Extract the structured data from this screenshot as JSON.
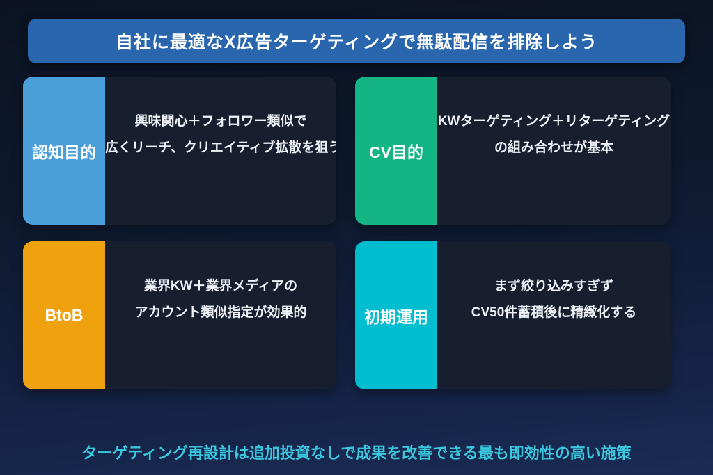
{
  "page": {
    "background_top": "#0b1322",
    "background_bottom": "#1a2c55",
    "card_body_background": "#171f2f"
  },
  "banner": {
    "title": "自社に最適なX広告ターゲティングで無駄配信を排除しよう",
    "background": "#2966ad",
    "text_color": "#ffffff"
  },
  "cards": [
    {
      "label": "認知目的",
      "accent": "#4a9fd8",
      "lines": [
        "興味関心＋フォロワー類似で",
        "広くリーチ、クリエイティブ拡散を狙う"
      ]
    },
    {
      "label": "CV目的",
      "accent": "#12b583",
      "lines": [
        "KWターゲティング＋リターゲティング",
        "の組み合わせが基本"
      ]
    },
    {
      "label": "BtoB",
      "accent": "#f0a10e",
      "lines": [
        "業界KW＋業界メディアの",
        "アカウント類似指定が効果的"
      ]
    },
    {
      "label": "初期運用",
      "accent": "#00bdd0",
      "lines": [
        "まず絞り込みすぎず",
        "CV50件蓄積後に精緻化する"
      ]
    }
  ],
  "footer": {
    "text": "ターゲティング再設計は追加投資なしで成果を改善できる最も即効性の高い施策",
    "color": "#3bc7de"
  }
}
